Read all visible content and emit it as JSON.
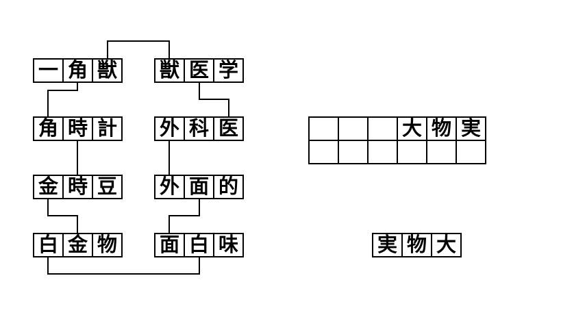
{
  "puzzle": {
    "words": [
      {
        "chars": [
          "一",
          "角",
          "獣"
        ]
      },
      {
        "chars": [
          "獣",
          "医",
          "学"
        ]
      },
      {
        "chars": [
          "角",
          "時",
          "計"
        ]
      },
      {
        "chars": [
          "外",
          "科",
          "医"
        ]
      },
      {
        "chars": [
          "金",
          "時",
          "豆"
        ]
      },
      {
        "chars": [
          "外",
          "面",
          "的"
        ]
      },
      {
        "chars": [
          "白",
          "金",
          "物"
        ]
      },
      {
        "chars": [
          "面",
          "白",
          "味"
        ]
      }
    ],
    "connections": [
      {
        "from": "一角獣",
        "to": "獣医学",
        "shared_char": "獣"
      },
      {
        "from": "一角獣",
        "to": "角時計",
        "shared_char": "角"
      },
      {
        "from": "角時計",
        "to": "金時豆",
        "shared_char": "時"
      },
      {
        "from": "金時豆",
        "to": "白金物",
        "shared_char": "金"
      },
      {
        "from": "白金物",
        "to": "面白味",
        "shared_char": "白"
      },
      {
        "from": "面白味",
        "to": "外面的",
        "shared_char": "面"
      },
      {
        "from": "外面的",
        "to": "外科医",
        "shared_char": "外"
      },
      {
        "from": "外科医",
        "to": "獣医学",
        "shared_char": "医"
      }
    ],
    "answer_grid": {
      "rows": [
        [
          "",
          "",
          "",
          "大",
          "物",
          "実"
        ],
        [
          "",
          "",
          "",
          "",
          "",
          ""
        ]
      ]
    },
    "answer_word": {
      "chars": [
        "実",
        "物",
        "大"
      ]
    }
  },
  "colors": {
    "background": "#ffffff",
    "line": "#000000",
    "text": "#000000"
  }
}
